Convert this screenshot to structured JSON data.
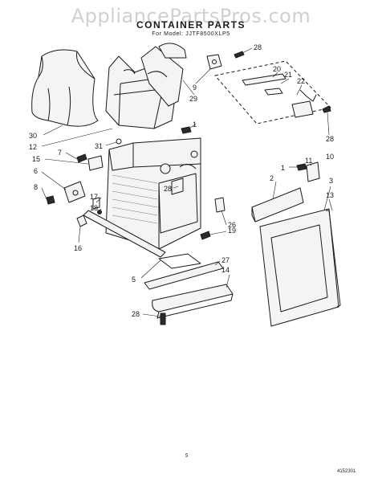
{
  "watermark": "AppliancePartsPros.com",
  "title": "CONTAINER PARTS",
  "subtitle": "For Model: JJTF8500XLP5",
  "callouts": [
    {
      "id": "c28a",
      "label": "28"
    },
    {
      "id": "c9",
      "label": "9"
    },
    {
      "id": "c29",
      "label": "29"
    },
    {
      "id": "c20",
      "label": "20"
    },
    {
      "id": "c21",
      "label": "21"
    },
    {
      "id": "c22",
      "label": "22"
    },
    {
      "id": "c28b",
      "label": "28"
    },
    {
      "id": "c10",
      "label": "10"
    },
    {
      "id": "c1a",
      "label": "1"
    },
    {
      "id": "c30",
      "label": "30"
    },
    {
      "id": "c12",
      "label": "12"
    },
    {
      "id": "c31",
      "label": "31"
    },
    {
      "id": "c7",
      "label": "7"
    },
    {
      "id": "c15",
      "label": "15"
    },
    {
      "id": "c6",
      "label": "6"
    },
    {
      "id": "c8",
      "label": "8"
    },
    {
      "id": "c17",
      "label": "17"
    },
    {
      "id": "c18",
      "label": "18"
    },
    {
      "id": "c28c",
      "label": "28"
    },
    {
      "id": "c16",
      "label": "16"
    },
    {
      "id": "c1b",
      "label": "1"
    },
    {
      "id": "c11",
      "label": "11"
    },
    {
      "id": "c2",
      "label": "2"
    },
    {
      "id": "c3",
      "label": "3"
    },
    {
      "id": "c13",
      "label": "13"
    },
    {
      "id": "c26",
      "label": "26"
    },
    {
      "id": "c19",
      "label": "19"
    },
    {
      "id": "c5",
      "label": "5"
    },
    {
      "id": "c27",
      "label": "27"
    },
    {
      "id": "c14",
      "label": "14"
    },
    {
      "id": "c28d",
      "label": "28"
    }
  ],
  "footer": {
    "page_number": "5",
    "doc_number": "4152301"
  }
}
